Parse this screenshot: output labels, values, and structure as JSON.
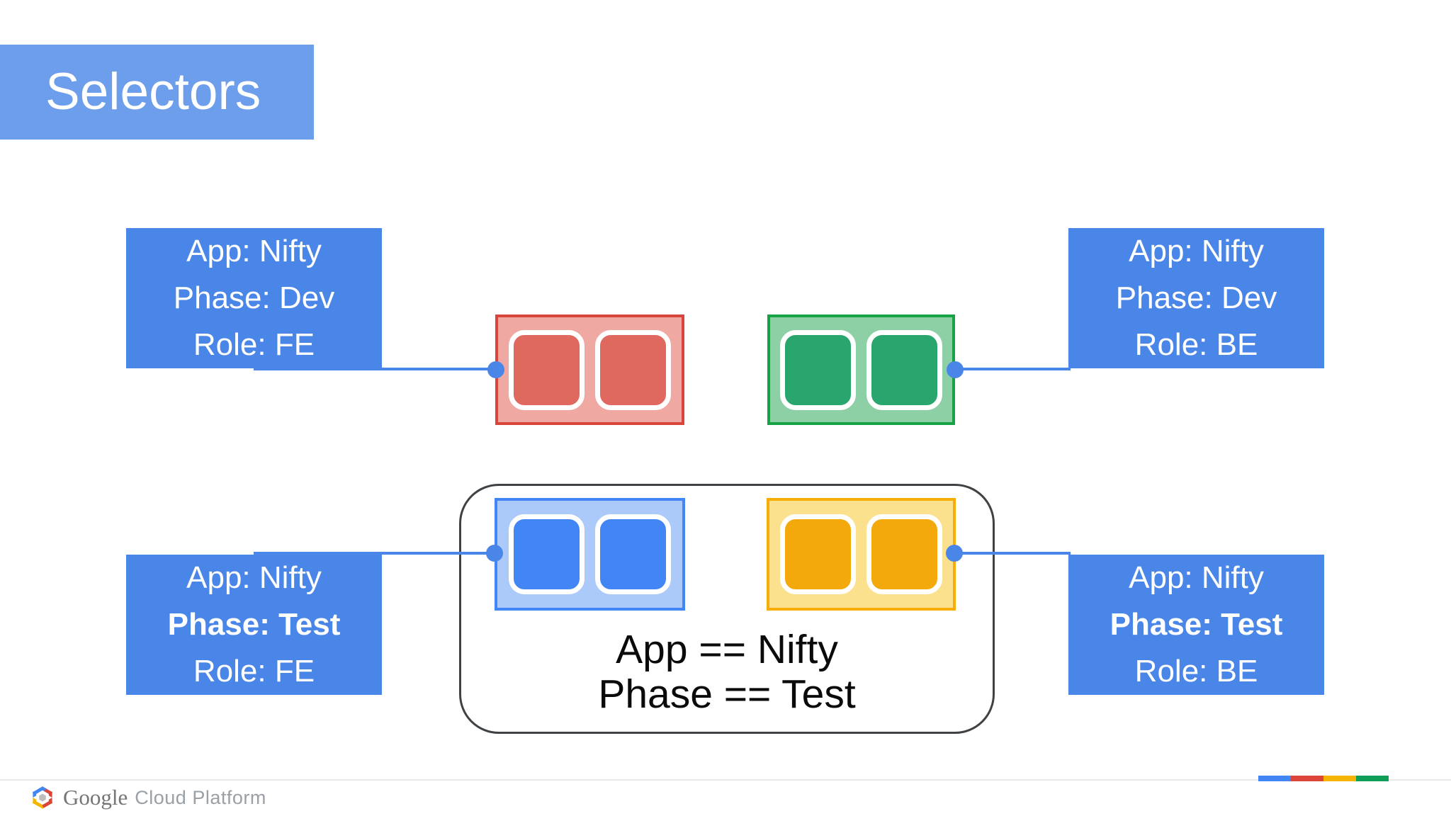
{
  "title": "Selectors",
  "labels": {
    "top_left": {
      "lines": [
        "App: Nifty",
        "Phase: Dev",
        "Role: FE"
      ]
    },
    "top_right": {
      "lines": [
        "App: Nifty",
        "Phase: Dev",
        "Role: BE"
      ]
    },
    "bottom_left": {
      "lines": [
        "App: Nifty",
        "Phase: Test",
        "Role: FE"
      ],
      "bold_line_index": 1
    },
    "bottom_right": {
      "lines": [
        "App: Nifty",
        "Phase: Test",
        "Role: BE"
      ],
      "bold_line_index": 1
    }
  },
  "selector_group": {
    "line1": "App == Nifty",
    "line2": "Phase == Test"
  },
  "pods": [
    {
      "name": "red-pod",
      "containers": 2,
      "row": "top",
      "fill": "#f0a8a2",
      "border": "#d8453c",
      "container_fill": "#e0695f"
    },
    {
      "name": "green-pod",
      "containers": 2,
      "row": "top",
      "fill": "#8ed0a5",
      "border": "#17a345",
      "container_fill": "#29a66d"
    },
    {
      "name": "blue-pod",
      "containers": 2,
      "row": "bottom",
      "fill": "#abc9f9",
      "border": "#4285f4",
      "container_fill": "#4285f4"
    },
    {
      "name": "yellow-pod",
      "containers": 2,
      "row": "bottom",
      "fill": "#fbe18e",
      "border": "#f6ad0a",
      "container_fill": "#f3a80b"
    }
  ],
  "footer": {
    "logo_wordmark": "Google",
    "logo_suffix": "Cloud Platform",
    "google_bar_colors": [
      "#4285f4",
      "#db4437",
      "#f4b400",
      "#0f9d58"
    ]
  },
  "colors": {
    "title_box": "#6d9eeb",
    "label_box": "#4a86e8",
    "connector": "#4a86e8",
    "group_border": "#3f4245",
    "footer_rule": "#e9e9e9"
  }
}
